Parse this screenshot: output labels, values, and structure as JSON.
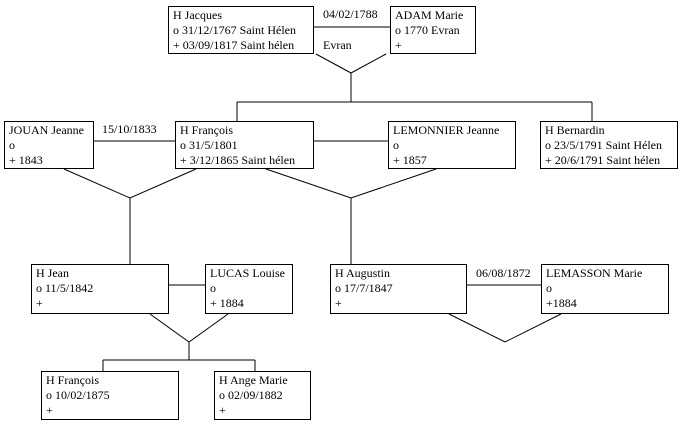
{
  "persons": {
    "jacques": {
      "name": "H Jacques",
      "birth": "o 31/12/1767 Saint Hélen",
      "death": "+ 03/09/1817 Saint hélen"
    },
    "adam": {
      "name": "ADAM Marie",
      "birth": "o 1770 Evran",
      "death": "+"
    },
    "jouan": {
      "name": "JOUAN Jeanne",
      "birth": "o",
      "death": "+ 1843"
    },
    "francois1": {
      "name": "H François",
      "birth": "o 31/5/1801",
      "death": "+ 3/12/1865 Saint hélen"
    },
    "lemonnier": {
      "name": "LEMONNIER Jeanne",
      "birth": "o",
      "death": "+ 1857"
    },
    "bernardin": {
      "name": "H Bernardin",
      "birth": "o 23/5/1791 Saint Hélen",
      "death": "+ 20/6/1791 Saint hélen"
    },
    "jean": {
      "name": "H Jean",
      "birth": "o 11/5/1842",
      "death": "+"
    },
    "lucas": {
      "name": "LUCAS Louise",
      "birth": "o",
      "death": "+ 1884"
    },
    "augustin": {
      "name": "H Augustin",
      "birth": "o 17/7/1847",
      "death": "+"
    },
    "lemasson": {
      "name": "LEMASSON Marie",
      "birth": "o",
      "death": "+1884"
    },
    "francois2": {
      "name": "H François",
      "birth": "o 10/02/1875",
      "death": "+"
    },
    "ange": {
      "name": "H Ange Marie",
      "birth": "o 02/09/1882",
      "death": "+"
    }
  },
  "marriages": {
    "jacques_adam_date": "04/02/1788",
    "jacques_adam_place": "Evran",
    "jouan_francois_date": "15/10/1833",
    "augustin_lemasson_date": "06/08/1872"
  }
}
